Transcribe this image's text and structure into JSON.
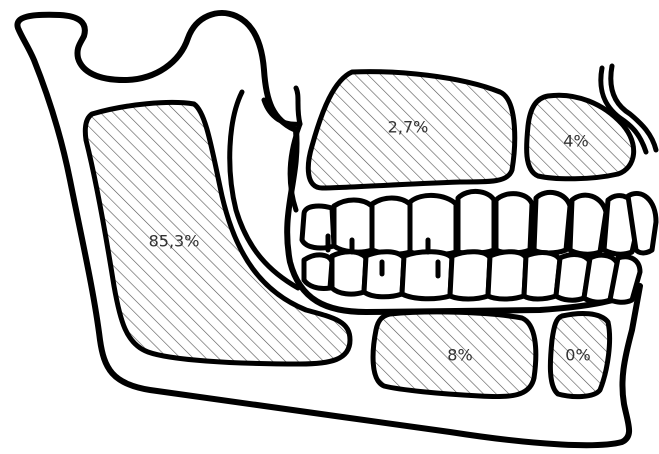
{
  "figure": {
    "regions": [
      {
        "id": "ramus-angle",
        "label": "85,3%"
      },
      {
        "id": "maxilla-posterior",
        "label": "2,7%"
      },
      {
        "id": "maxilla-anterior",
        "label": "4%"
      },
      {
        "id": "mandible-body-posterior",
        "label": "8%"
      },
      {
        "id": "mandible-body-anterior",
        "label": "0%"
      }
    ]
  },
  "colors": {
    "stroke": "#000000",
    "hatch": "#555555",
    "background": "#ffffff"
  }
}
